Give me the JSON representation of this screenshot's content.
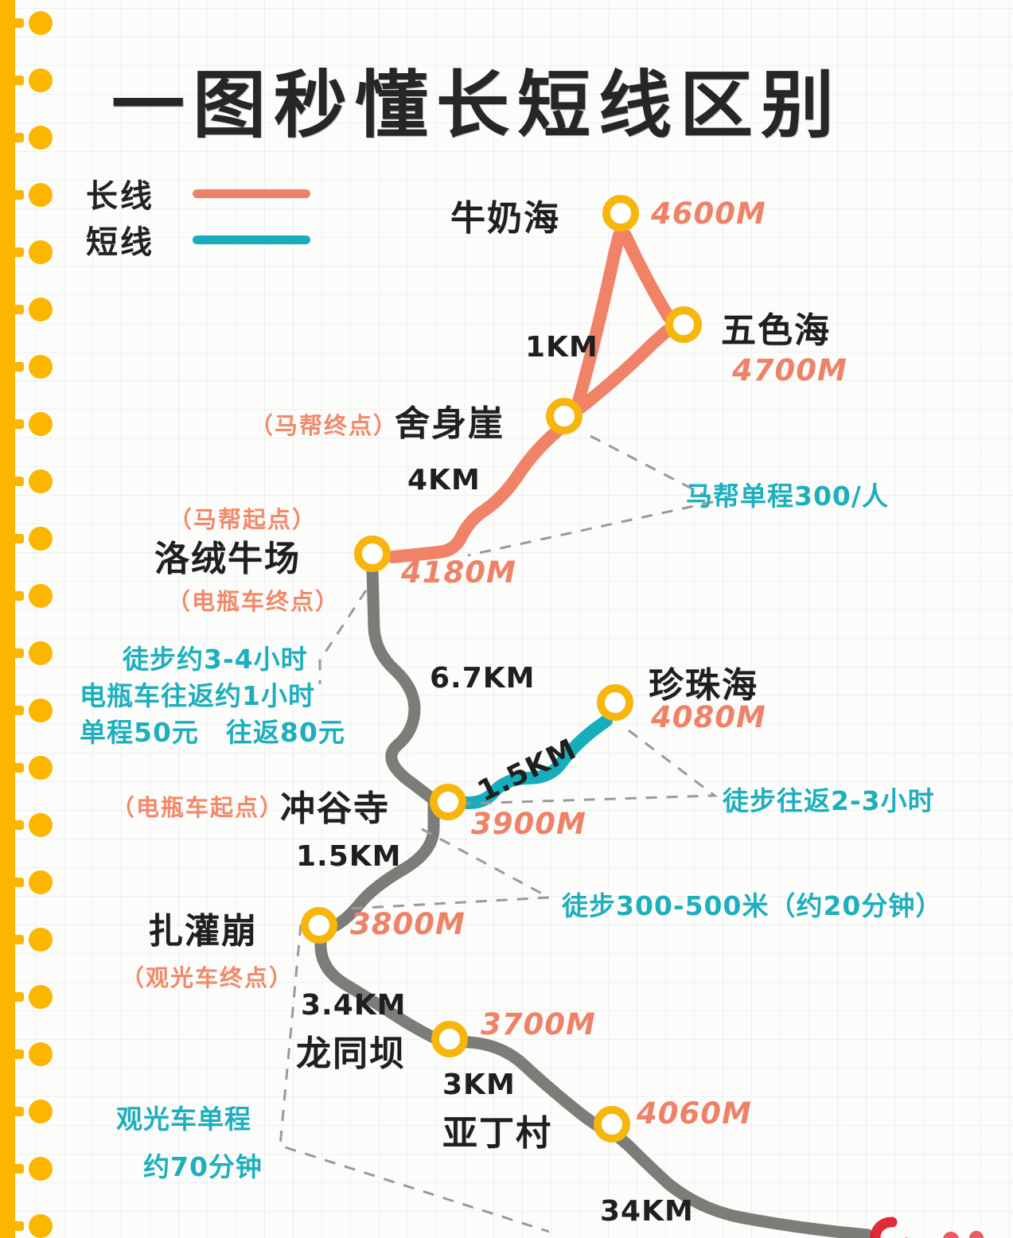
{
  "header": {
    "title": "一图秒懂长短线区别"
  },
  "legend": {
    "items": [
      {
        "label": "长线",
        "color": "#EE8268",
        "key": "long-route"
      },
      {
        "label": "短线",
        "color": "#16AEBD",
        "key": "short-route"
      }
    ]
  },
  "colors": {
    "long_route": "#EE8268",
    "short_route": "#16AEBD",
    "base_route": "#7C7C78",
    "node_ring": "#F6B60C",
    "elevation_text": "#EE8268",
    "note_text": "#1DAFBE",
    "paren_text": "#F08A6B",
    "binding": "#FBB600",
    "title_text": "#262626"
  },
  "nodes": [
    {
      "key": "niunaihai",
      "name": "牛奶海",
      "elevation": "4600M",
      "sub": ""
    },
    {
      "key": "wusehai",
      "name": "五色海",
      "elevation": "4700M",
      "sub": ""
    },
    {
      "key": "sheshenya",
      "name": "舍身崖",
      "elevation": "",
      "sub": "（马帮终点）"
    },
    {
      "key": "luorongniuchang",
      "name": "洛绒牛场",
      "elevation": "4180M",
      "sub": "（马帮起点）",
      "sub2": "（电瓶车终点）"
    },
    {
      "key": "zhenzhuhai",
      "name": "珍珠海",
      "elevation": "4080M",
      "sub": ""
    },
    {
      "key": "chonggusi",
      "name": "冲谷寺",
      "elevation": "3900M",
      "sub": "（电瓶车起点）"
    },
    {
      "key": "zhaguanbeng",
      "name": "扎灌崩",
      "elevation": "3800M",
      "sub": "（观光车终点）"
    },
    {
      "key": "longtongba",
      "name": "龙同坝",
      "elevation": "3700M",
      "sub": ""
    },
    {
      "key": "yadingcun",
      "name": "亚丁村",
      "elevation": "4060M",
      "sub": ""
    }
  ],
  "distances": [
    {
      "key": "niunaihai-sheshenya",
      "value": "1KM"
    },
    {
      "key": "sheshenya-luorongniuchang",
      "value": "4KM"
    },
    {
      "key": "luorongniuchang-chonggusi",
      "value": "6.7KM"
    },
    {
      "key": "chonggusi-zhenzhuhai",
      "value": "1.5KM"
    },
    {
      "key": "chonggusi-zhaguanbeng",
      "value": "1.5KM"
    },
    {
      "key": "zhaguanbeng-longtongba",
      "value": "3.4KM"
    },
    {
      "key": "longtongba-yadingcun",
      "value": "3KM"
    },
    {
      "key": "yadingcun-onward",
      "value": "34KM"
    }
  ],
  "notes": [
    {
      "key": "mabang-fare",
      "text": "马帮单程300/人"
    },
    {
      "key": "hike-3-4h",
      "text": "徒步约3-4小时"
    },
    {
      "key": "cart-roundtrip",
      "text": "电瓶车往返约1小时"
    },
    {
      "key": "cart-fare",
      "text": "单程50元　往返80元"
    },
    {
      "key": "pearl-lake-hike",
      "text": "徒步往返2-3小时"
    },
    {
      "key": "short-walk",
      "text": "徒步300-500米（约20分钟）"
    },
    {
      "key": "bus-oneway",
      "text": "观光车单程"
    },
    {
      "key": "bus-duration",
      "text": "约70分钟"
    }
  ]
}
